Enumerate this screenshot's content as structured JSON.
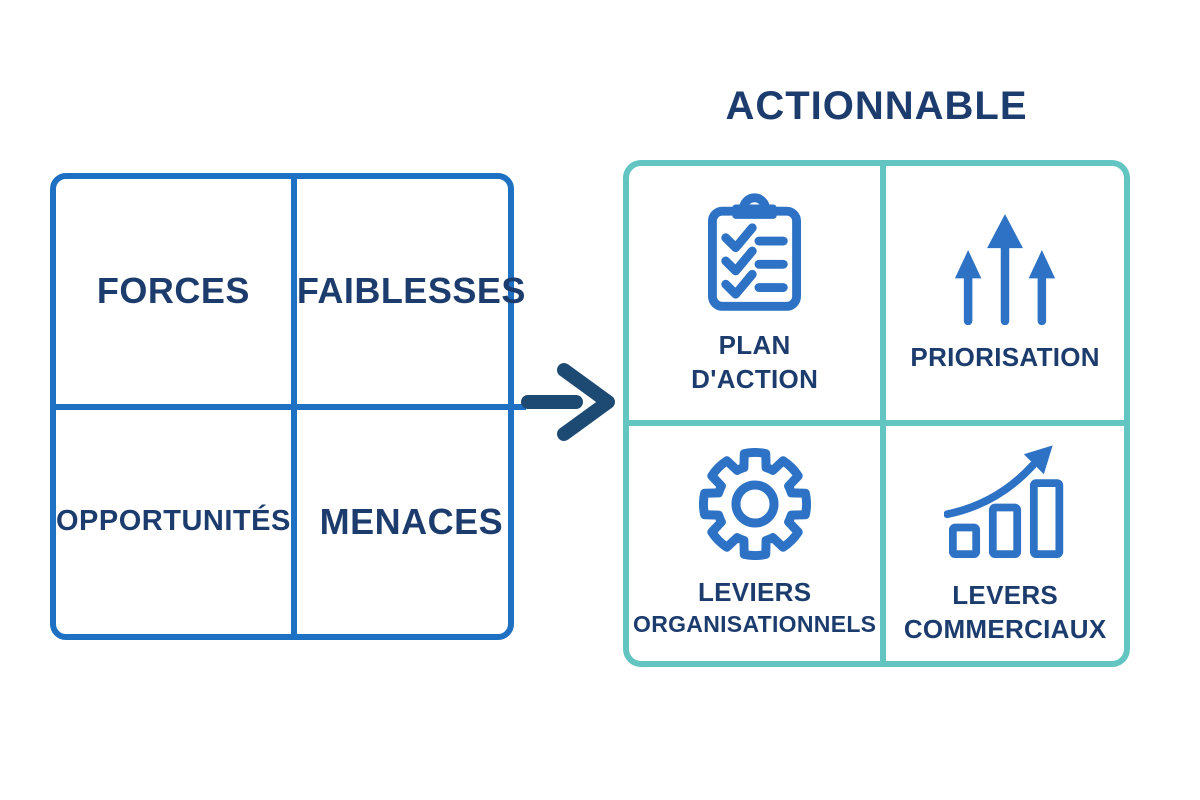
{
  "title": "ACTIONNABLE",
  "colors": {
    "swot-border": "#1e70c3",
    "actionable-border": "#62c5c2",
    "icon-blue": "#2d72c4",
    "text-navy": "#1d3c6e",
    "arrow-navy": "#1c4a73",
    "background": "#ffffff"
  },
  "swot_matrix": {
    "cells": [
      {
        "label": "FORCES"
      },
      {
        "label": "FAIBLESSES"
      },
      {
        "label": "OPPORTUNITÉS"
      },
      {
        "label": "MENACES"
      }
    ]
  },
  "arrow": {
    "icon": "right-arrow-icon"
  },
  "actionable_matrix": {
    "cells": [
      {
        "icon": "clipboard-checklist-icon",
        "line1": "PLAN",
        "line2": "D'ACTION"
      },
      {
        "icon": "ascending-arrows-icon",
        "line1": "PRIORISATION",
        "line2": ""
      },
      {
        "icon": "gear-icon",
        "line1": "LEVIERS",
        "line2": "ORGANISATIONNELS"
      },
      {
        "icon": "growth-chart-icon",
        "line1": "LEVERS",
        "line2": "COMMERCIAUX"
      }
    ]
  }
}
